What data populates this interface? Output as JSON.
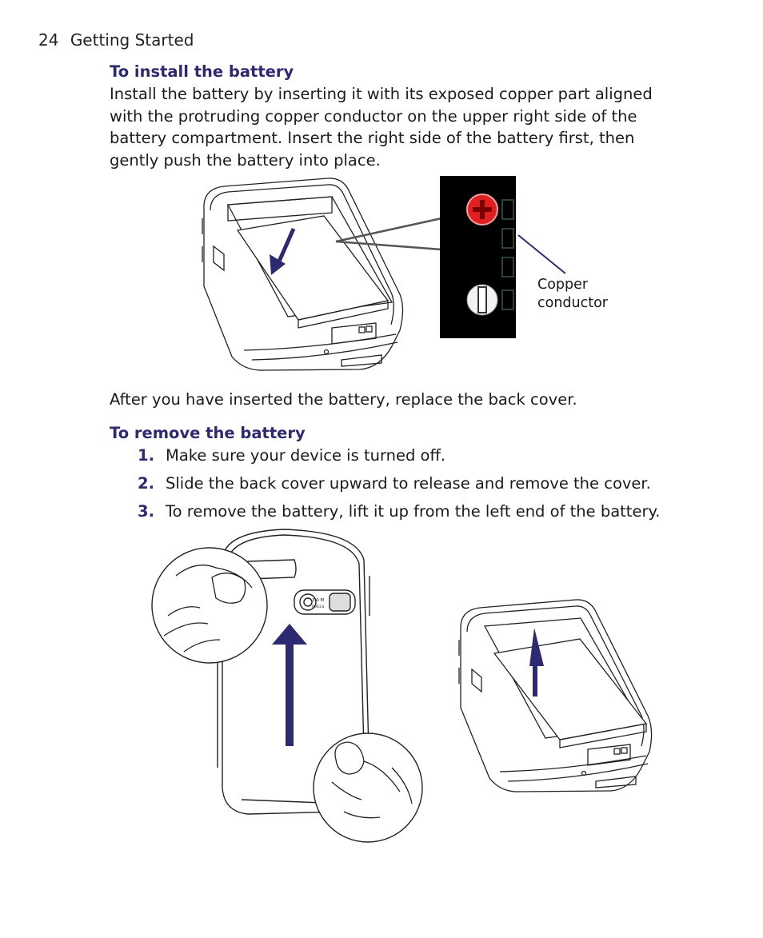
{
  "header": {
    "page_number": "24",
    "section": "Getting Started"
  },
  "install": {
    "title": "To install the battery",
    "body": "Install the battery by inserting it with its exposed copper part aligned with the protruding copper conductor on the upper right side of the battery compartment. Insert the right side of the battery first, then gently push the battery into place.",
    "callout_line1": "Copper",
    "callout_line2": "conductor",
    "after": "After you have inserted the battery, replace the back cover."
  },
  "remove": {
    "title": "To remove the battery",
    "steps": [
      {
        "num": "1.",
        "text": "Make sure your device is turned off."
      },
      {
        "num": "2.",
        "text": "Slide the back cover upward to release and remove the cover."
      },
      {
        "num": "3.",
        "text": "To remove the battery, lift it up from the left end of the battery."
      }
    ]
  },
  "camera_label": {
    "line1": "3.0 M",
    "line2": "PIXELS"
  },
  "colors": {
    "heading": "#2e2a72",
    "arrow": "#2e2a72",
    "plus": "#e02020"
  }
}
